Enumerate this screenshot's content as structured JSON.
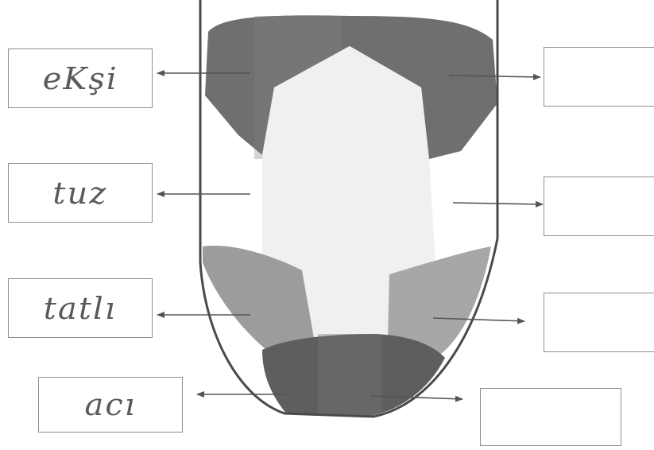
{
  "worksheet": {
    "left_labels": {
      "label_1": "eKşi",
      "label_2": "tuz",
      "label_3": "tatlı",
      "label_4": "acı"
    },
    "right_labels": {
      "label_1": "",
      "label_2": "",
      "label_3": "",
      "label_4": ""
    }
  },
  "colors": {
    "back_region": "#6f6f6f",
    "side_region": "#ffffff",
    "lower_side_region": "#9c9c9c",
    "tip_region": "#5e5e5e",
    "center_region": "#f0f0f0",
    "outline": "#4a4a4a",
    "arrow": "#555555",
    "box_border": "#8e8e8e"
  }
}
